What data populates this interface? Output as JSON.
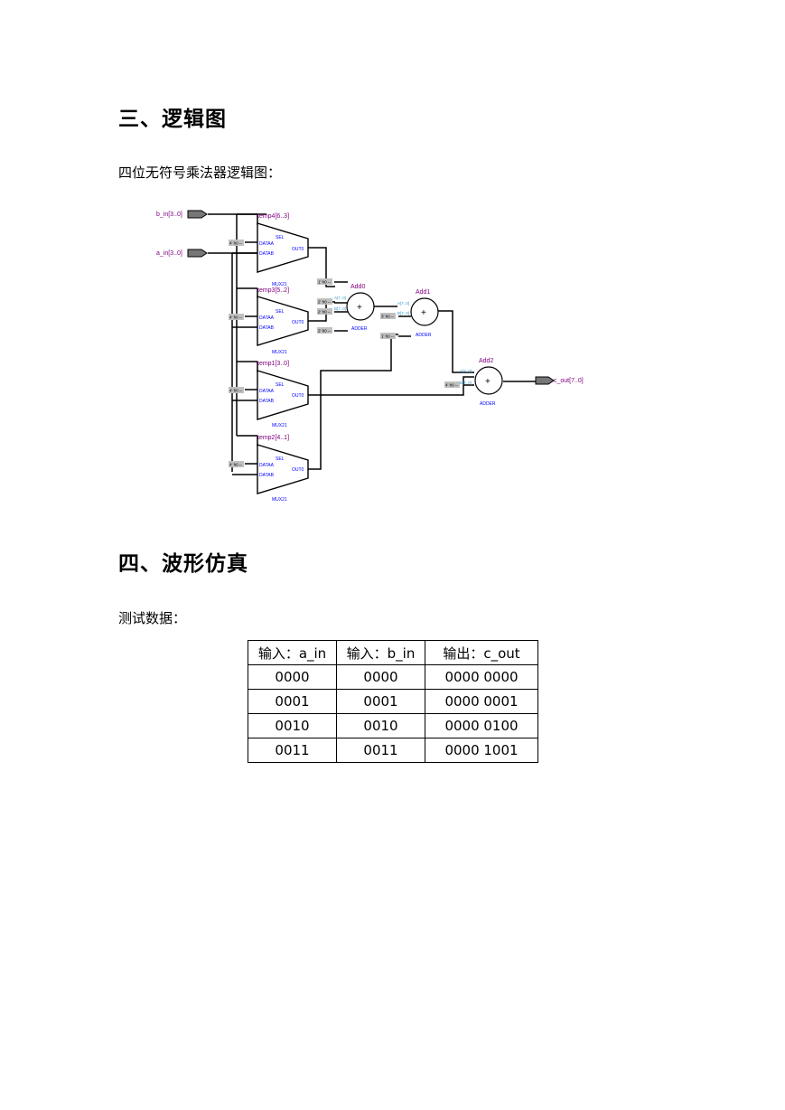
{
  "section3": {
    "heading": "三、逻辑图",
    "caption": "四位无符号乘法器逻辑图："
  },
  "diagram": {
    "inputs": [
      "b_in[3..0]",
      "a_in[3..0]"
    ],
    "output": "c_out[7..0]",
    "muxes": [
      {
        "inst": "temp4[6..3]",
        "sel": "SEL",
        "a": "DATAA",
        "b": "DATAB",
        "out": "OUT0",
        "type": "MUX21",
        "const": "4' h0 --"
      },
      {
        "inst": "temp3[5..2]",
        "sel": "SEL",
        "a": "DATAA",
        "b": "DATAB",
        "out": "OUT0",
        "type": "MUX21",
        "const": "4' h0 --"
      },
      {
        "inst": "temp1[3..0]",
        "sel": "SEL",
        "a": "DATAA",
        "b": "DATAB",
        "out": "OUT0",
        "type": "MUX21",
        "const": "4' h0 --"
      },
      {
        "inst": "temp2[4..1]",
        "sel": "SEL",
        "a": "DATAA",
        "b": "DATAB",
        "out": "OUT0",
        "type": "MUX21",
        "const": "4' h0 --"
      }
    ],
    "adders": [
      {
        "name": "Add0",
        "type": "ADDER",
        "a": "A[7..0]",
        "b": "B[7..0]"
      },
      {
        "name": "Add1",
        "type": "ADDER",
        "a": "A[7..0]",
        "b": "B[7..0]"
      },
      {
        "name": "Add2",
        "type": "ADDER",
        "a": "A[7..0]",
        "b": "B[7..0]"
      }
    ],
    "plus": "+",
    "consts": {
      "k1": "1' h0 --",
      "k2": "2' h0 --",
      "k3": "2' h0 --",
      "k4": "2' h0 --",
      "k5": "3' h0 --",
      "k6": "1' h0 --",
      "k7": "4' h0 --"
    }
  },
  "section4": {
    "heading": "四、波形仿真",
    "caption": "测试数据："
  },
  "table": {
    "headers": [
      "输入：a_in",
      "输入：b_in",
      "输出：c_out"
    ],
    "rows": [
      [
        "0000",
        "0000",
        "0000 0000"
      ],
      [
        "0001",
        "0001",
        "0000 0001"
      ],
      [
        "0010",
        "0010",
        "0000 0100"
      ],
      [
        "0011",
        "0011",
        "0000 1001"
      ]
    ]
  }
}
